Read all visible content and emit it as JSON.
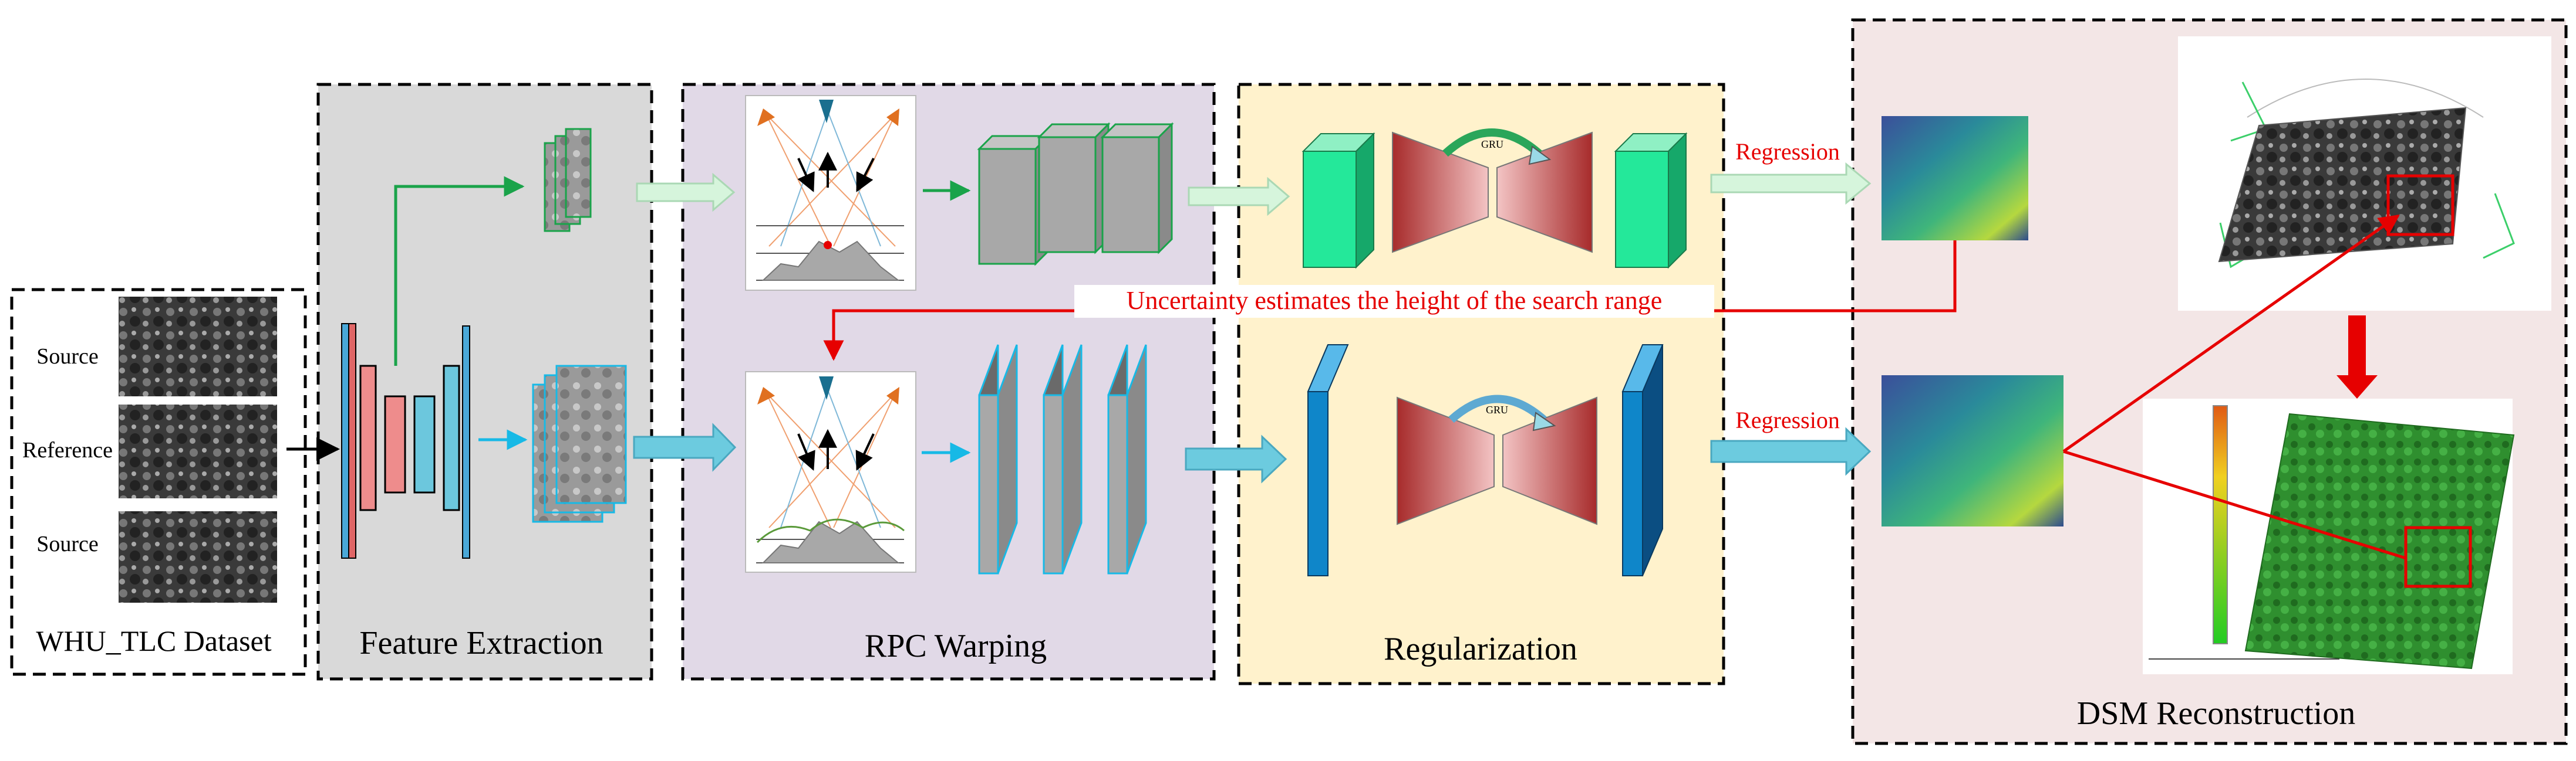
{
  "panels": {
    "dataset": "WHU_TLC Dataset",
    "feature": "Feature Extraction",
    "rpc": "RPC Warping",
    "regularization": "Regularization",
    "dsm": "DSM Reconstruction"
  },
  "inputs": {
    "source_top": "Source",
    "reference": "Reference",
    "source_bottom": "Source"
  },
  "gru": {
    "top": "GRU",
    "bottom": "GRU"
  },
  "arrows": {
    "regression_top": "Regression",
    "regression_bottom": "Regression"
  },
  "uncertainty": "Uncertainty estimates the height of the search range",
  "colors": {
    "feature_bg": "#d9d9d9",
    "rpc_bg": "#e1d9e7",
    "reg_bg": "#fff2cc",
    "dsm_bg": "#f3e6e6",
    "green": "#1aa34a",
    "cyan": "#17b9e6",
    "red": "#e60000"
  }
}
